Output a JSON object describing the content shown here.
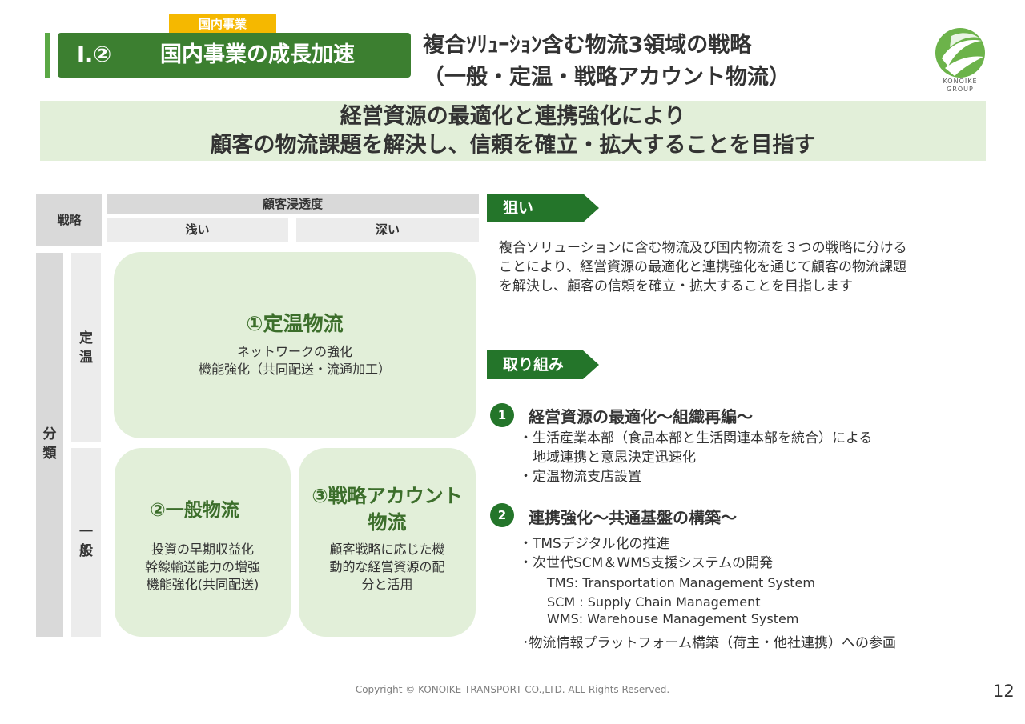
{
  "header": {
    "badge": "国内事業",
    "section_number": "Ⅰ.②",
    "section_title": "国内事業の成長加速",
    "title_line1": "複合ｿﾘｭｰｼｮﾝ含む物流3領域の戦略",
    "title_line2": "（一般・定温・戦略アカウント物流）",
    "logo_text_line1": "KONOIKE",
    "logo_text_line2": "GROUP"
  },
  "banner": {
    "line1": "経営資源の最適化と連携強化により",
    "line2": "顧客の物流課題を解決し、信頼を確立・拡大することを目指す"
  },
  "matrix": {
    "strategy_label": "戦略",
    "penetration_label": "顧客浸透度",
    "shallow_label": "浅い",
    "deep_label": "深い",
    "classification_label": [
      "分",
      "類"
    ],
    "teion_label": [
      "定",
      "温"
    ],
    "ippan_label": [
      "一",
      "般"
    ],
    "box1": {
      "title": "①定温物流",
      "lines": [
        "ネットワークの強化",
        "機能強化（共同配送・流通加工）"
      ]
    },
    "box2": {
      "title": "②一般物流",
      "lines": [
        "投資の早期収益化",
        "幹線輸送能力の増強",
        "機能強化(共同配送)"
      ]
    },
    "box3": {
      "title_lines": [
        "③戦略アカウント",
        "物流"
      ],
      "lines": [
        "顧客戦略に応じた機",
        "動的な経営資源の配",
        "分と活用"
      ]
    }
  },
  "aim": {
    "tag": "狙い",
    "text_lines": [
      "複合ソリューションに含む物流及び国内物流を３つの戦略に分ける",
      "ことにより、経営資源の最適化と連携強化を通じて顧客の物流課題",
      "を解決し、顧客の信頼を確立・拡大することを目指します"
    ]
  },
  "initiatives": {
    "tag": "取り組み",
    "item1": {
      "number": "1",
      "title": "経営資源の最適化～組織再編～",
      "bullets": [
        "・生活産業本部（食品本部と生活関連本部を統合）による",
        "　地域連携と意思決定迅速化",
        "・定温物流支店設置"
      ]
    },
    "item2": {
      "number": "2",
      "title": "連携強化～共通基盤の構築～",
      "bullets": [
        "・TMSデジタル化の推進",
        "・次世代SCM＆WMS支援システムの開発"
      ],
      "definitions": [
        "TMS: Transportation Management System",
        "SCM : Supply Chain Management",
        "WMS: Warehouse Management System"
      ],
      "last_bullet": "･物流情報プラットフォーム構築（荷主・他社連携）への参画"
    }
  },
  "footer": {
    "copyright": "Copyright © KONOIKE TRANSPORT CO.,LTD.  ALL Rights Reserved.",
    "page_number": "12"
  },
  "colors": {
    "dark_green": "#24752a",
    "section_green": "#3c7f30",
    "light_green": "#e2efd9",
    "badge_yellow": "#f5b800",
    "gray": "#d9d9d9"
  }
}
